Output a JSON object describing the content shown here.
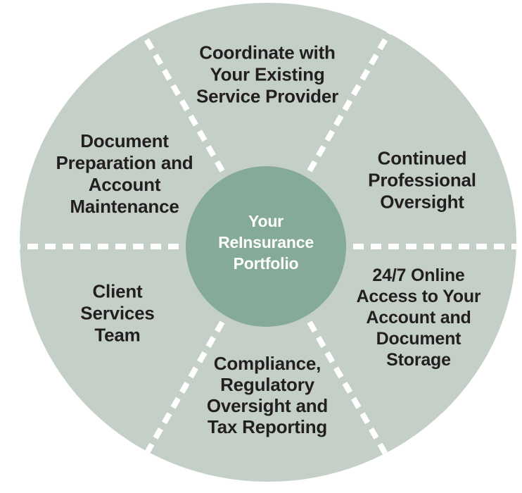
{
  "diagram": {
    "type": "wheel",
    "colors": {
      "background": "#ffffff",
      "outer_ring": "#c4d0c7",
      "center_circle": "#85aa97",
      "divider": "#ffffff",
      "label_text": "#231f20",
      "center_text": "#ffffff"
    },
    "center": {
      "label": "Your\nReInsurance\nPortfolio"
    },
    "segments": [
      {
        "id": "top",
        "label": "Coordinate with\nYour Existing\nService Provider"
      },
      {
        "id": "upper-right",
        "label": "Continued\nProfessional\nOversight"
      },
      {
        "id": "lower-right",
        "label": "24/7 Online\nAccess to Your\nAccount and\nDocument\nStorage"
      },
      {
        "id": "bottom",
        "label": "Compliance,\nRegulatory\nOversight and\nTax Reporting"
      },
      {
        "id": "lower-left",
        "label": "Client\nServices\nTeam"
      },
      {
        "id": "upper-left",
        "label": "Document\nPreparation and\nAccount\nMaintenance"
      }
    ]
  }
}
